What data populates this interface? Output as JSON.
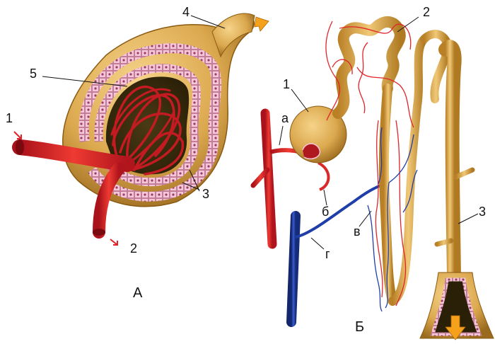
{
  "panel_a": {
    "caption": "А",
    "labels": {
      "afferent": "1",
      "efferent": "2",
      "epithelium": "3",
      "tubule_exit": "4",
      "capillaries": "5"
    }
  },
  "panel_b": {
    "caption": "Б",
    "labels": {
      "capsule": "1",
      "convoluted_tubule": "2",
      "collecting_duct": "3",
      "vessel_a": "а",
      "vessel_b": "б",
      "vessel_v": "в",
      "vessel_g": "г"
    }
  },
  "colors": {
    "artery": "#e0242a",
    "vein": "#1f3ea8",
    "tubule": "#dba84e",
    "tubule_dark": "#8a5a12",
    "epithelium": "#f2c6d6",
    "flow_arrow": "#f5a11c"
  }
}
